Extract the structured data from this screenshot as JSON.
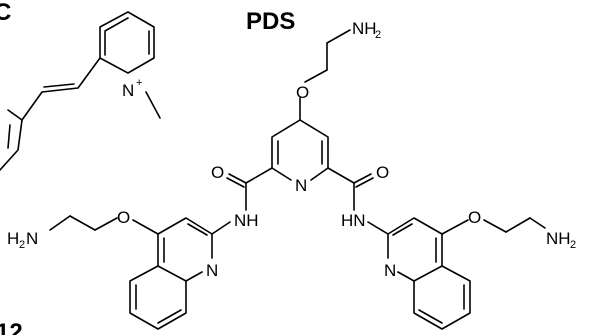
{
  "labels": {
    "partial_left_title": "C",
    "main_title": "PDS",
    "partial_bottom_left": "12"
  },
  "atoms": {
    "n_methyl_pyridinium": "N",
    "charge_plus": "+",
    "ether_oxygen_top": "O",
    "amine_top": "NH",
    "amine_top_sub": "2",
    "pyridine_n": "N",
    "carbonyl_o_left": "O",
    "carbonyl_o_right": "O",
    "amide_nh_left": "NH",
    "amide_nh_right": "HN",
    "amine_left": "H",
    "amine_left_sub": "2",
    "amine_left_n": "N",
    "ether_oxygen_left": "O",
    "ether_oxygen_right": "O",
    "amine_right": "NH",
    "amine_right_sub": "2",
    "quinoline_n_left": "N",
    "quinoline_n_right": "N"
  }
}
